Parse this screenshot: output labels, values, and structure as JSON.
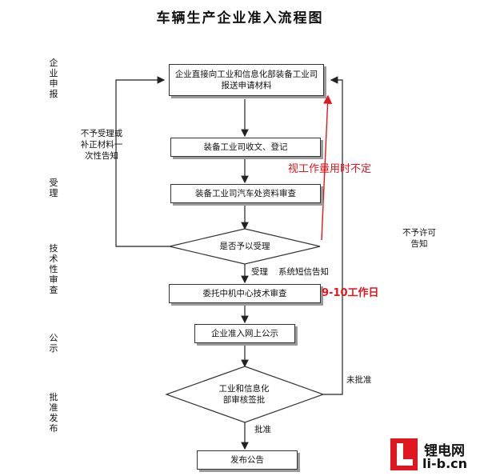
{
  "title": "车辆生产企业准入流程图",
  "stages": {
    "apply": "企业申报",
    "accept": "受理",
    "review": "技术性审查",
    "publicize": "公示",
    "approve": "批准发布"
  },
  "steps": {
    "submit": "企业直接向工业和信息化部装备工业司报送申请材料",
    "receive": "装备工业司收文、登记",
    "vehicle_review": "装备工业司汽车处资料审查",
    "decision": "是否予以受理",
    "tech_review": "委托中机中心技术审查",
    "online_publicity": "企业准入网上公示",
    "ministry_approval": "工业和信息化部审核签批",
    "announce": "发布公告"
  },
  "edge_labels": {
    "reject_supplement": "不予受理或补正材料一次性告知",
    "accepted": "受理",
    "sms_notify": "系统短信告知",
    "not_permitted": "不予许可告知",
    "not_approved": "未批准",
    "approved": "批准"
  },
  "annotations": {
    "timing_variable": "视工作量用时不定",
    "timing_days": "9-10工作日"
  },
  "logo": {
    "cn": "锂电网",
    "en": "li-b.cn"
  },
  "colors": {
    "accent": "#e0171f"
  }
}
